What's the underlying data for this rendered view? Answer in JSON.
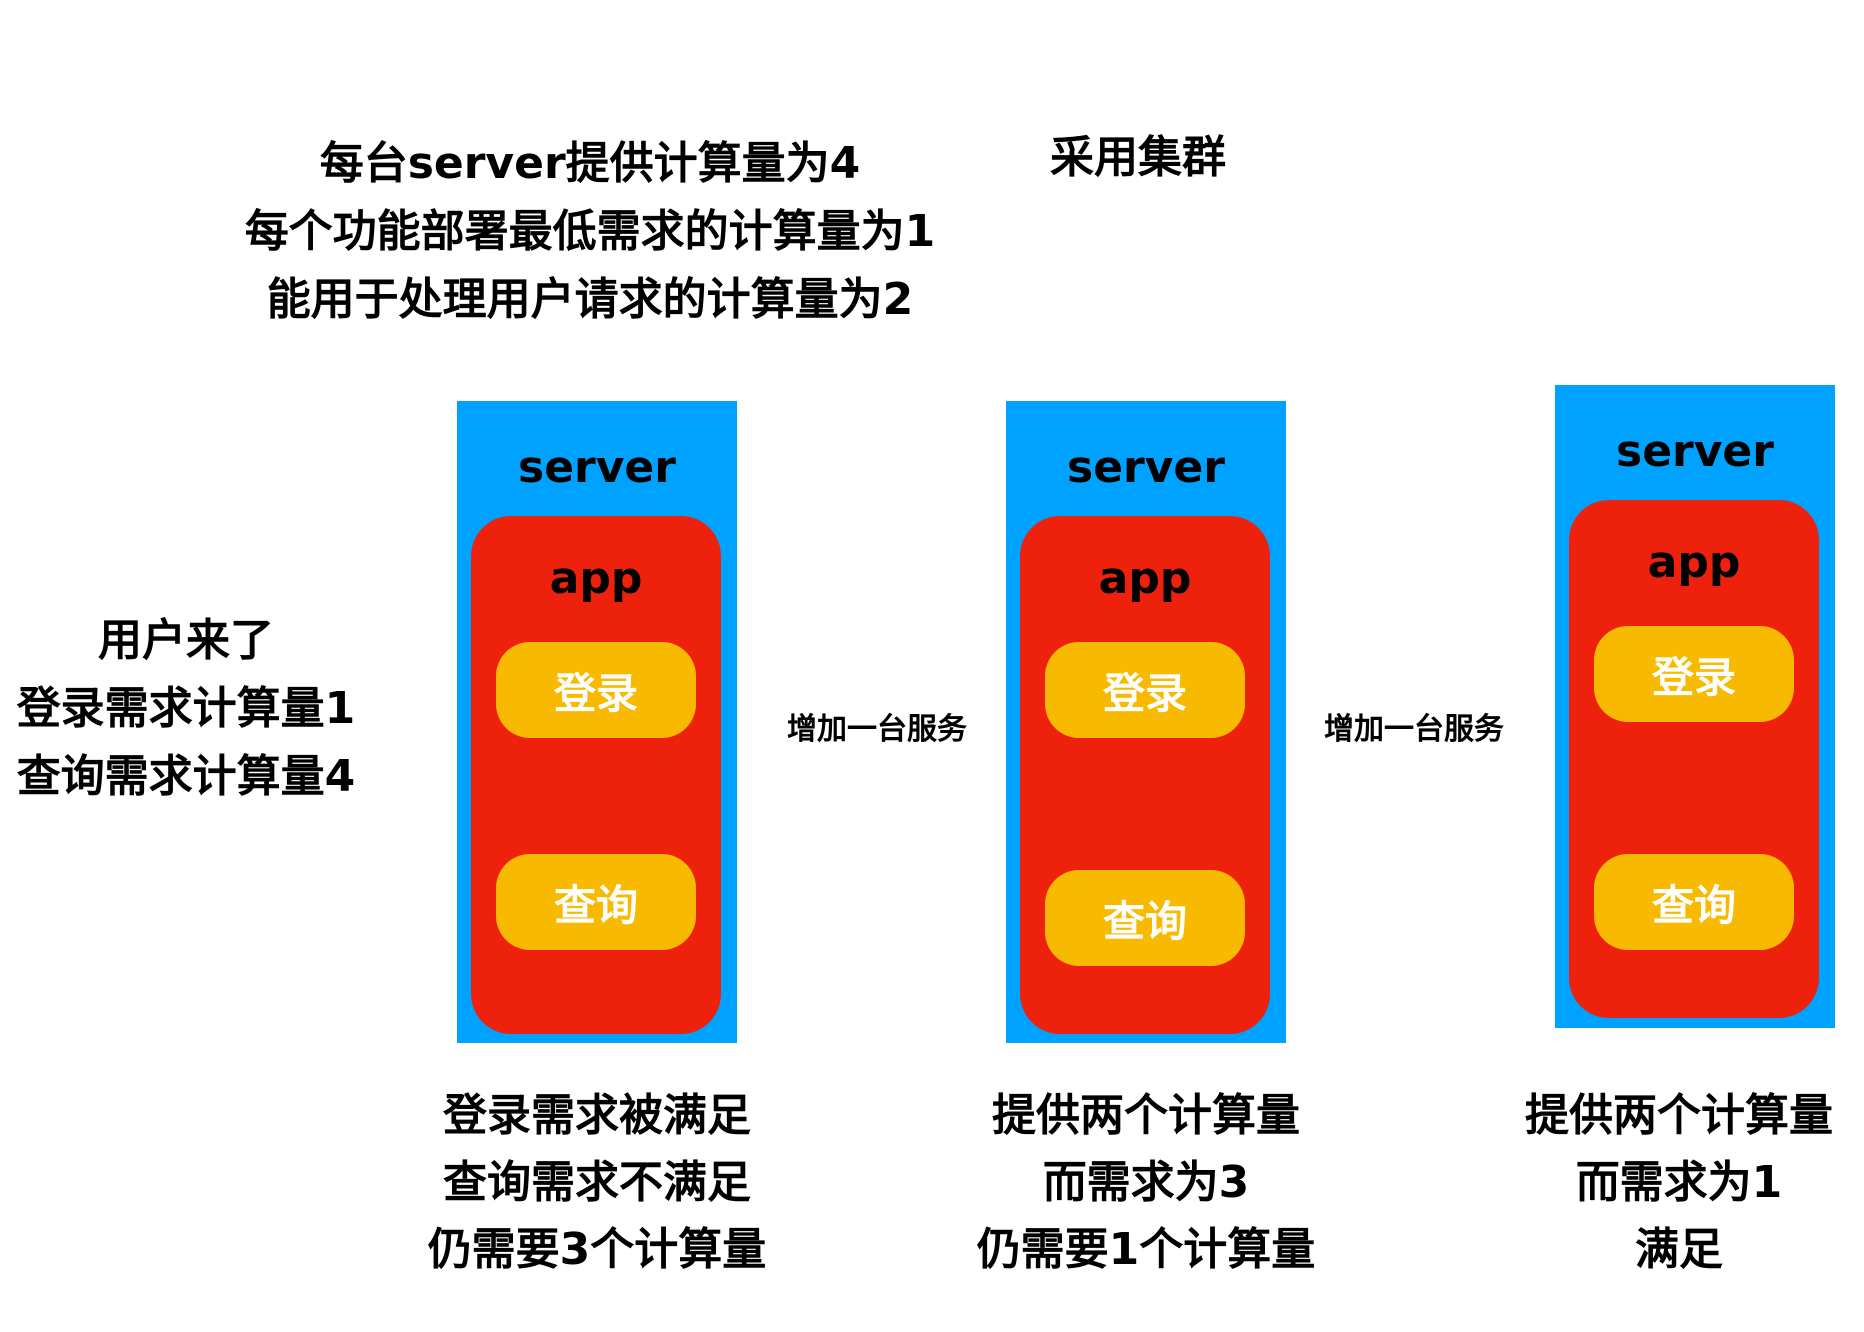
{
  "header": {
    "assumptions": [
      "每台server提供计算量为4",
      "每个功能部署最低需求的计算量为1",
      "能用于处理用户请求的计算量为2"
    ],
    "cluster_title": "采用集群"
  },
  "user_request": [
    "用户来了",
    "登录需求计算量1",
    "查询需求计算量4"
  ],
  "arrow_labels": [
    "增加一台服务",
    "增加一台服务"
  ],
  "servers": [
    {
      "server_label": "server",
      "app_label": "app",
      "features": [
        "登录",
        "查询"
      ],
      "caption": [
        "登录需求被满足",
        "查询需求不满足",
        "仍需要3个计算量"
      ]
    },
    {
      "server_label": "server",
      "app_label": "app",
      "features": [
        "登录",
        "查询"
      ],
      "caption": [
        "提供两个计算量",
        "而需求为3",
        "仍需要1个计算量"
      ]
    },
    {
      "server_label": "server",
      "app_label": "app",
      "features": [
        "登录",
        "查询"
      ],
      "caption": [
        "提供两个计算量",
        "而需求为1",
        "满足"
      ]
    }
  ],
  "colors": {
    "server": "#00a2ff",
    "app": "#ee220c",
    "feature": "#f8ba00",
    "feature_text": "#ffffff"
  }
}
